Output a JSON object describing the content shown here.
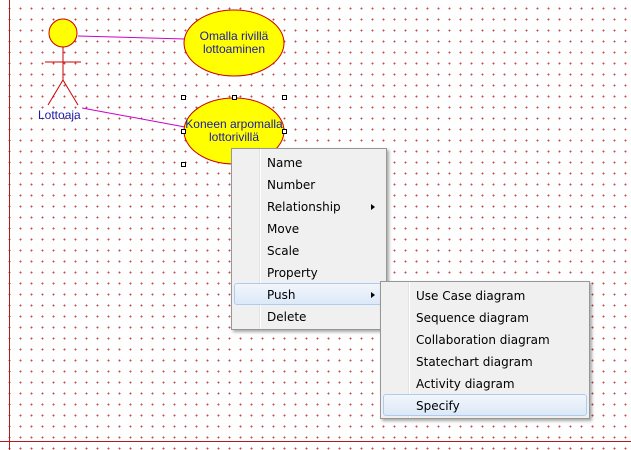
{
  "diagram": {
    "actor": {
      "name": "Lottoaja"
    },
    "use_cases": [
      {
        "line1": "Omalla rivillä",
        "line2": "lottoaminen"
      },
      {
        "line1": "Koneen arpomalla",
        "line2": "lottorivillä"
      }
    ],
    "colors": {
      "usecase_fill": "#ffff00",
      "usecase_stroke": "#cc0000",
      "association": "#cc00cc",
      "label_text": "#1a1aa6",
      "border": "#b31b1b"
    }
  },
  "context_menu": {
    "items": [
      {
        "label": "Name"
      },
      {
        "label": "Number"
      },
      {
        "label": "Relationship",
        "has_submenu": true
      },
      {
        "label": "Move"
      },
      {
        "label": "Scale"
      },
      {
        "label": "Property"
      },
      {
        "label": "Push",
        "has_submenu": true,
        "highlighted": true
      },
      {
        "label": "Delete"
      }
    ]
  },
  "push_submenu": {
    "items": [
      {
        "label": "Use Case diagram"
      },
      {
        "label": "Sequence diagram"
      },
      {
        "label": "Collaboration diagram"
      },
      {
        "label": "Statechart diagram"
      },
      {
        "label": "Activity diagram"
      },
      {
        "label": "Specify",
        "highlighted": true
      }
    ]
  }
}
